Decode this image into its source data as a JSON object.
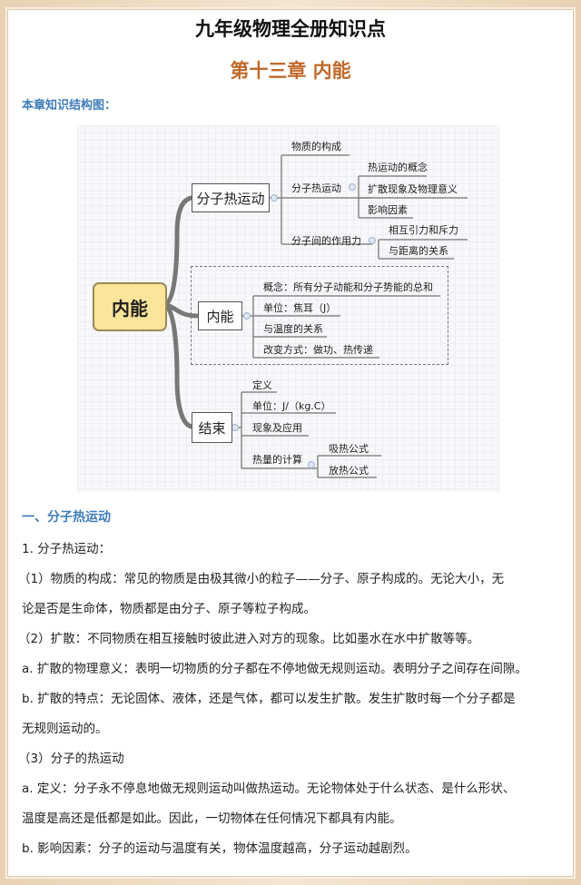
{
  "document": {
    "title": "九年级物理全册知识点",
    "chapter": "第十三章  内能",
    "structure_label": "本章知识结构图："
  },
  "mindmap": {
    "root": "内能",
    "branches": [
      {
        "label": "分子热运动",
        "children": [
          {
            "label": "物质的构成"
          },
          {
            "label": "分子热运动",
            "children": [
              "热运动的概念",
              "扩散现象及物理意义",
              "影响因素"
            ]
          },
          {
            "label": "分子间的作用力",
            "children": [
              "相互引力和斥力",
              "与距离的关系"
            ]
          }
        ]
      },
      {
        "label": "内能",
        "children": [
          {
            "label": "概念：所有分子动能和分子势能的总和"
          },
          {
            "label": "单位：焦耳（J）"
          },
          {
            "label": "与温度的关系"
          },
          {
            "label": "改变方式：做功、热传递"
          }
        ]
      },
      {
        "label": "结束",
        "children": [
          {
            "label": "定义"
          },
          {
            "label": "单位：J/（kg.C）"
          },
          {
            "label": "现象及应用"
          },
          {
            "label": "热量的计算",
            "children": [
              "吸热公式",
              "放热公式"
            ]
          }
        ]
      }
    ]
  },
  "section1": {
    "heading": "一、分子热运动",
    "lines": [
      "1. 分子热运动：",
      "（1）物质的构成：常见的物质是由极其微小的粒子——分子、原子构成的。无论大小，无",
      "论是否是生命体，物质都是由分子、原子等粒子构成。",
      "（2）扩散：不同物质在相互接触时彼此进入对方的现象。比如墨水在水中扩散等等。",
      "a. 扩散的物理意义：表明一切物质的分子都在不停地做无规则运动。表明分子之间存在间隙。",
      "b. 扩散的特点：无论固体、液体，还是气体，都可以发生扩散。发生扩散时每一个分子都是",
      "无规则运动的。",
      "（3）分子的热运动",
      "a. 定义：分子永不停息地做无规则运动叫做热运动。无论物体处于什么状态、是什么形状、",
      "温度是高还是低都是如此。因此，一切物体在任何情况下都具有内能。",
      "b. 影响因素：分子的运动与温度有关，物体温度越高，分子运动越剧烈。"
    ]
  },
  "colors": {
    "chapter": "#c0692a",
    "heading_blue": "#3f7db8",
    "root_fill": "#fbe59a"
  }
}
